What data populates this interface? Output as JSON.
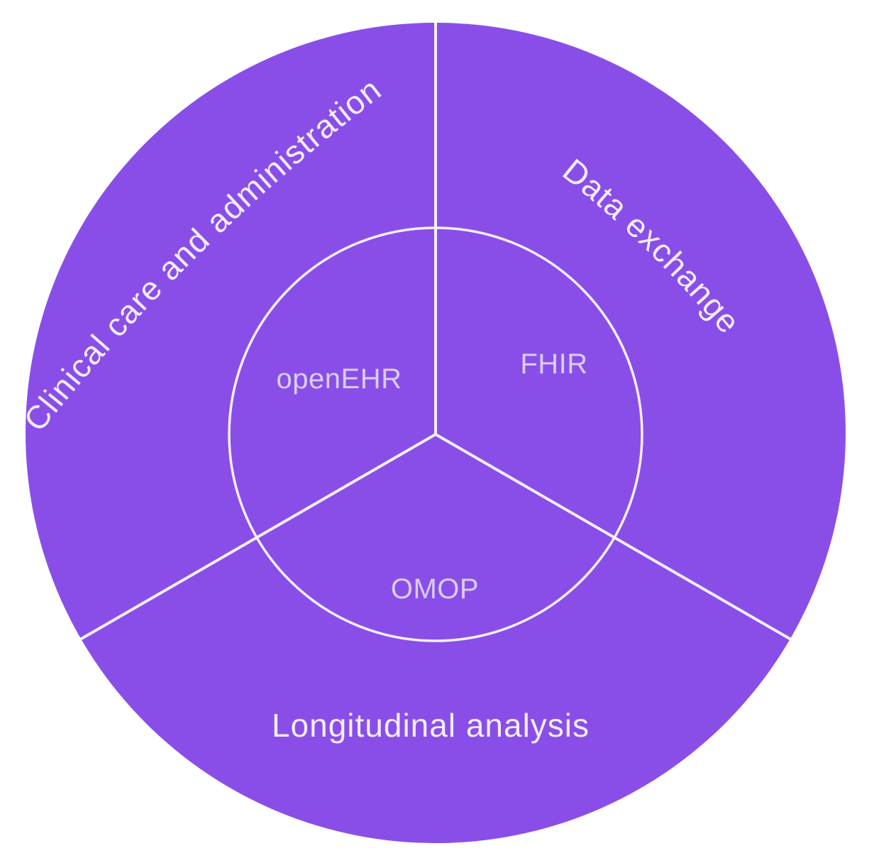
{
  "diagram": {
    "description": "Three-sector circle diagram mapping health data standards to use cases",
    "sectors": [
      {
        "label": "Clinical care and administration",
        "standard": "openEHR",
        "position": "upper-left"
      },
      {
        "label": "Data exchange",
        "standard": "FHIR",
        "position": "upper-right"
      },
      {
        "label": "Longitudinal analysis",
        "standard": "OMOP",
        "position": "bottom"
      }
    ]
  },
  "colors": {
    "background": "#ffffff",
    "circle_fill": "#8a4ee8",
    "divider_line": "#f4f0fb",
    "sector_label_text": "#f2edfb",
    "inner_label_text": "#d9cdf2"
  }
}
